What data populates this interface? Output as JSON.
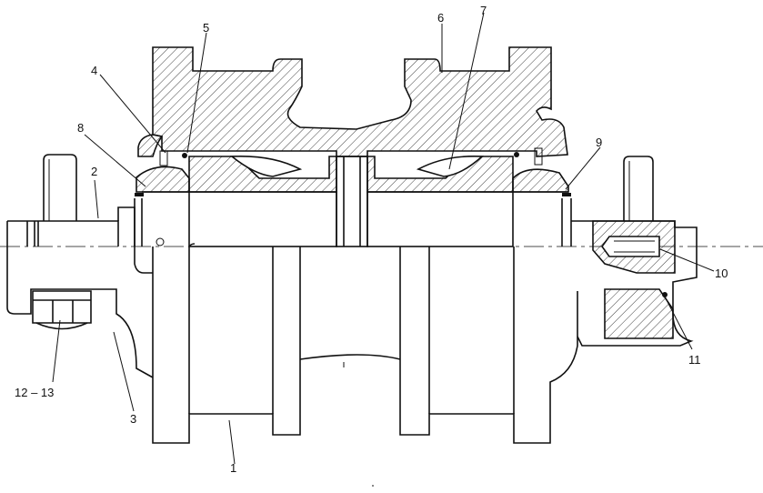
{
  "callouts": {
    "c1": "1",
    "c2": "2",
    "c3": "3",
    "c4": "4",
    "c5": "5",
    "c6": "6",
    "c7": "7",
    "c8": "8",
    "c9": "9",
    "c10": "10",
    "c11": "11",
    "c12_13": "12 – 13"
  }
}
